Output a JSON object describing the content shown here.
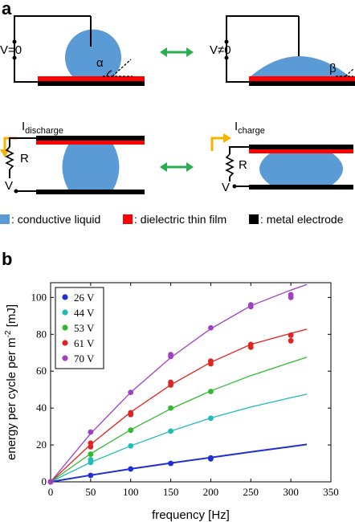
{
  "panel_a": {
    "letter": "a",
    "left_voltage": "V=0",
    "right_voltage": "V≠0",
    "alpha": "α",
    "beta": "β",
    "discharge_label": "I",
    "discharge_sub": "discharge",
    "charge_label": "I",
    "charge_sub": "charge",
    "resistor_left": "R",
    "resistor_right": "R",
    "v_left": "V",
    "v_right": "V",
    "colors": {
      "liquid": "#5b9bd5",
      "dielectric": "#ff0000",
      "electrode": "#000000",
      "arrow": "#27ae4f",
      "current_arrow": "#f5b400"
    }
  },
  "material_legend": [
    {
      "label": ": conductive liquid",
      "color": "#5b9bd5"
    },
    {
      "label": ": dielectric thin film",
      "color": "#ff0000"
    },
    {
      "label": ": metal electrode",
      "color": "#000000"
    }
  ],
  "panel_b": {
    "letter": "b"
  },
  "chart_data": {
    "type": "scatter",
    "xlabel": "frequency [Hz]",
    "ylabel": "energy per cycle per m",
    "ylabel_sup": "-2",
    "ylabel_unit": " [mJ]",
    "xlim": [
      0,
      350
    ],
    "ylim": [
      0,
      108
    ],
    "xticks": [
      0,
      50,
      100,
      150,
      200,
      250,
      300,
      350
    ],
    "yticks": [
      0,
      20,
      40,
      60,
      80,
      100
    ],
    "legend_position": "top-left",
    "series": [
      {
        "name": "26 V",
        "color": "#1f2fd6",
        "x": [
          0,
          50,
          100,
          150,
          200,
          200
        ],
        "y": [
          0,
          3.5,
          7,
          10,
          12.5,
          13
        ],
        "fit": [
          [
            0,
            0
          ],
          [
            50,
            3.6
          ],
          [
            100,
            7
          ],
          [
            150,
            10.2
          ],
          [
            200,
            13.2
          ],
          [
            250,
            16.2
          ],
          [
            300,
            19.1
          ],
          [
            320,
            20.3
          ]
        ]
      },
      {
        "name": "44 V",
        "color": "#1fbcb8",
        "x": [
          0,
          50,
          50,
          100,
          150,
          200
        ],
        "y": [
          0,
          10.5,
          12,
          19.5,
          27.5,
          34.5
        ],
        "fit": [
          [
            0,
            0
          ],
          [
            50,
            10.6
          ],
          [
            100,
            19.5
          ],
          [
            150,
            27.5
          ],
          [
            200,
            34.6
          ],
          [
            250,
            40.6
          ],
          [
            300,
            45.6
          ],
          [
            320,
            47.5
          ]
        ]
      },
      {
        "name": "53 V",
        "color": "#2fba2f",
        "x": [
          0,
          50,
          100,
          150,
          200
        ],
        "y": [
          0,
          15,
          28,
          40,
          49
        ],
        "fit": [
          [
            0,
            0
          ],
          [
            50,
            15.3
          ],
          [
            100,
            28.2
          ],
          [
            150,
            39.6
          ],
          [
            200,
            49.3
          ],
          [
            250,
            57.6
          ],
          [
            300,
            64.8
          ],
          [
            320,
            67.6
          ]
        ]
      },
      {
        "name": "61 V",
        "color": "#e0241f",
        "x": [
          0,
          50,
          50,
          100,
          100,
          150,
          150,
          200,
          200,
          250,
          250,
          300,
          300
        ],
        "y": [
          0,
          19,
          21,
          36.5,
          37.5,
          52.5,
          54,
          64,
          65.5,
          73,
          74.5,
          76.5,
          79.5
        ],
        "fit": [
          [
            0,
            0
          ],
          [
            50,
            20.3
          ],
          [
            100,
            37.8
          ],
          [
            150,
            52.6
          ],
          [
            200,
            64.8
          ],
          [
            250,
            74.5
          ],
          [
            300,
            80.5
          ],
          [
            320,
            82.8
          ]
        ]
      },
      {
        "name": "70 V",
        "color": "#a13fc4",
        "x": [
          0,
          50,
          100,
          150,
          150,
          200,
          250,
          250,
          300,
          300
        ],
        "y": [
          0,
          27,
          48.5,
          68,
          69,
          83.5,
          95,
          96,
          100,
          101.5
        ],
        "fit": [
          [
            0,
            0
          ],
          [
            50,
            26.2
          ],
          [
            100,
            48.5
          ],
          [
            150,
            67.4
          ],
          [
            200,
            83
          ],
          [
            250,
            95.5
          ],
          [
            300,
            104
          ],
          [
            320,
            107
          ]
        ]
      }
    ]
  }
}
